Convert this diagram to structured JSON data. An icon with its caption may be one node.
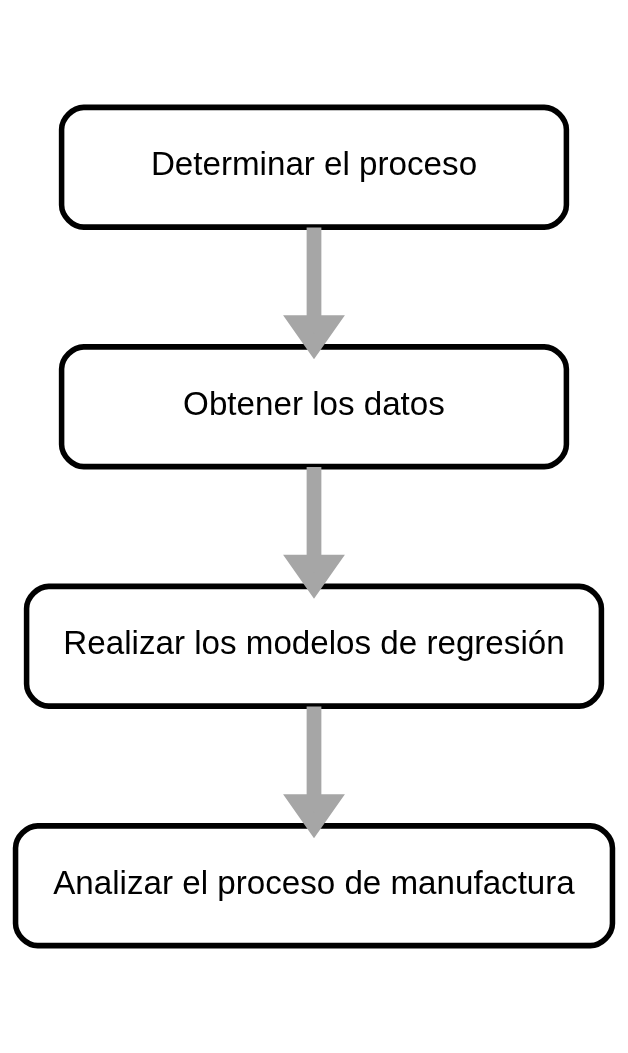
{
  "diagram": {
    "nodes": [
      {
        "text": [
          "Determinar el proceso"
        ]
      },
      {
        "text": [
          "Obtener los datos"
        ]
      },
      {
        "text": [
          "Realizar los modelos de regresión"
        ]
      },
      {
        "text": [
          "Analizar el proceso de manufactura"
        ]
      }
    ],
    "edges": [
      {
        "from": 0,
        "to": 1,
        "arrow": "to"
      },
      {
        "from": 1,
        "to": 2,
        "arrow": "to"
      },
      {
        "from": 2,
        "to": 3,
        "arrow": "to"
      }
    ]
  }
}
